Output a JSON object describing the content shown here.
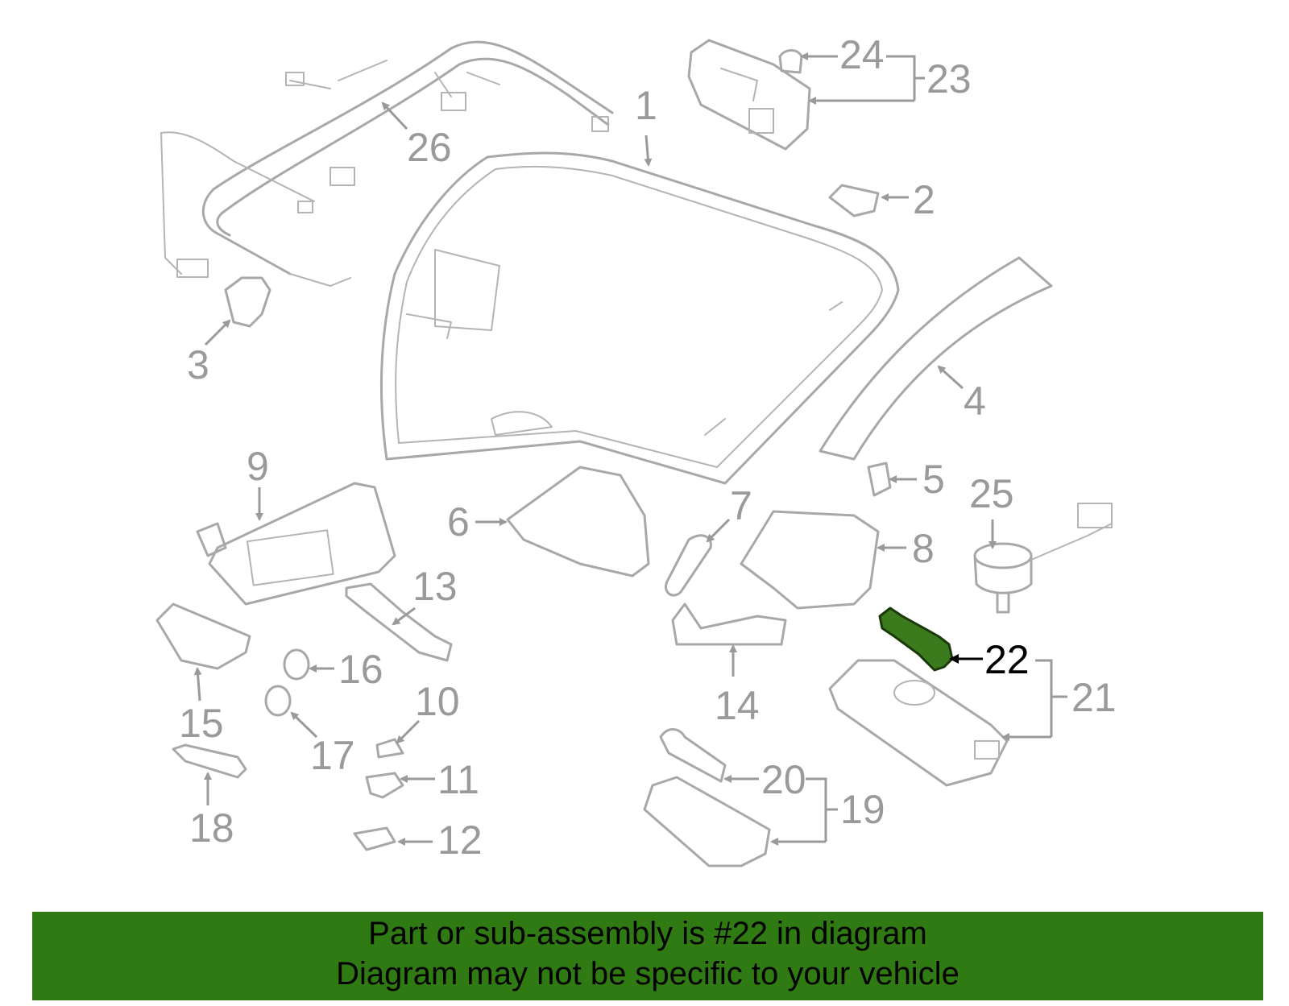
{
  "diagram": {
    "highlight_color": "#3c7a1e",
    "callouts": {
      "c1": "1",
      "c2": "2",
      "c3": "3",
      "c4": "4",
      "c5": "5",
      "c6": "6",
      "c7": "7",
      "c8": "8",
      "c9": "9",
      "c10": "10",
      "c11": "11",
      "c12": "12",
      "c13": "13",
      "c14": "14",
      "c15": "15",
      "c16": "16",
      "c17": "17",
      "c18": "18",
      "c19": "19",
      "c20": "20",
      "c21": "21",
      "c22": "22",
      "c23": "23",
      "c24": "24",
      "c25": "25",
      "c26": "26"
    }
  },
  "footer": {
    "background": "#2f7a12",
    "line1": "Part or sub-assembly is #22 in diagram",
    "line2": "Diagram may not be specific to your vehicle"
  }
}
